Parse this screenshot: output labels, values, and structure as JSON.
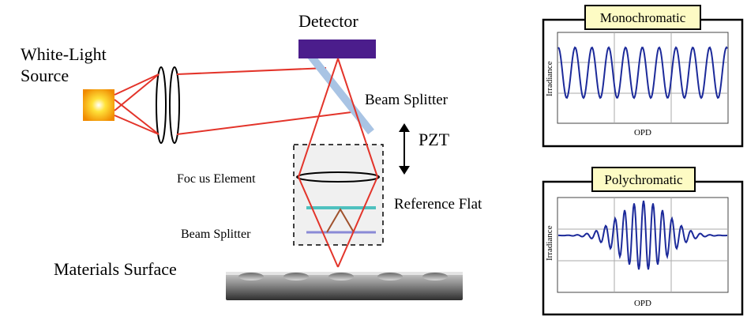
{
  "labels": {
    "detector": "Detector",
    "white_light_source_line1": "White-Light",
    "white_light_source_line2": "Source",
    "beam_splitter_top": "Beam Splitter",
    "pzt": "PZT",
    "focus_element": "Foc us Element",
    "reference_flat": "Reference Flat",
    "beam_splitter_bottom": "Beam Splitter",
    "materials_surface": "Materials Surface"
  },
  "panels": {
    "monochromatic": {
      "title": "Monochromatic",
      "ylabel": "Irradiance",
      "xlabel": "OPD"
    },
    "polychromatic": {
      "title": "Polychromatic",
      "ylabel": "Irradiance",
      "xlabel": "OPD"
    }
  },
  "colors": {
    "ray": "#e3342a",
    "detector": "#4b1d8c",
    "signal": "#1c2a9a",
    "beam_splitter": "#a9c4e4",
    "reference_flat": "#4fc1bf",
    "lower_splitter": "#8a8ad6",
    "title_tag_bg": "#fdfbc4",
    "source": "#ffd400"
  }
}
